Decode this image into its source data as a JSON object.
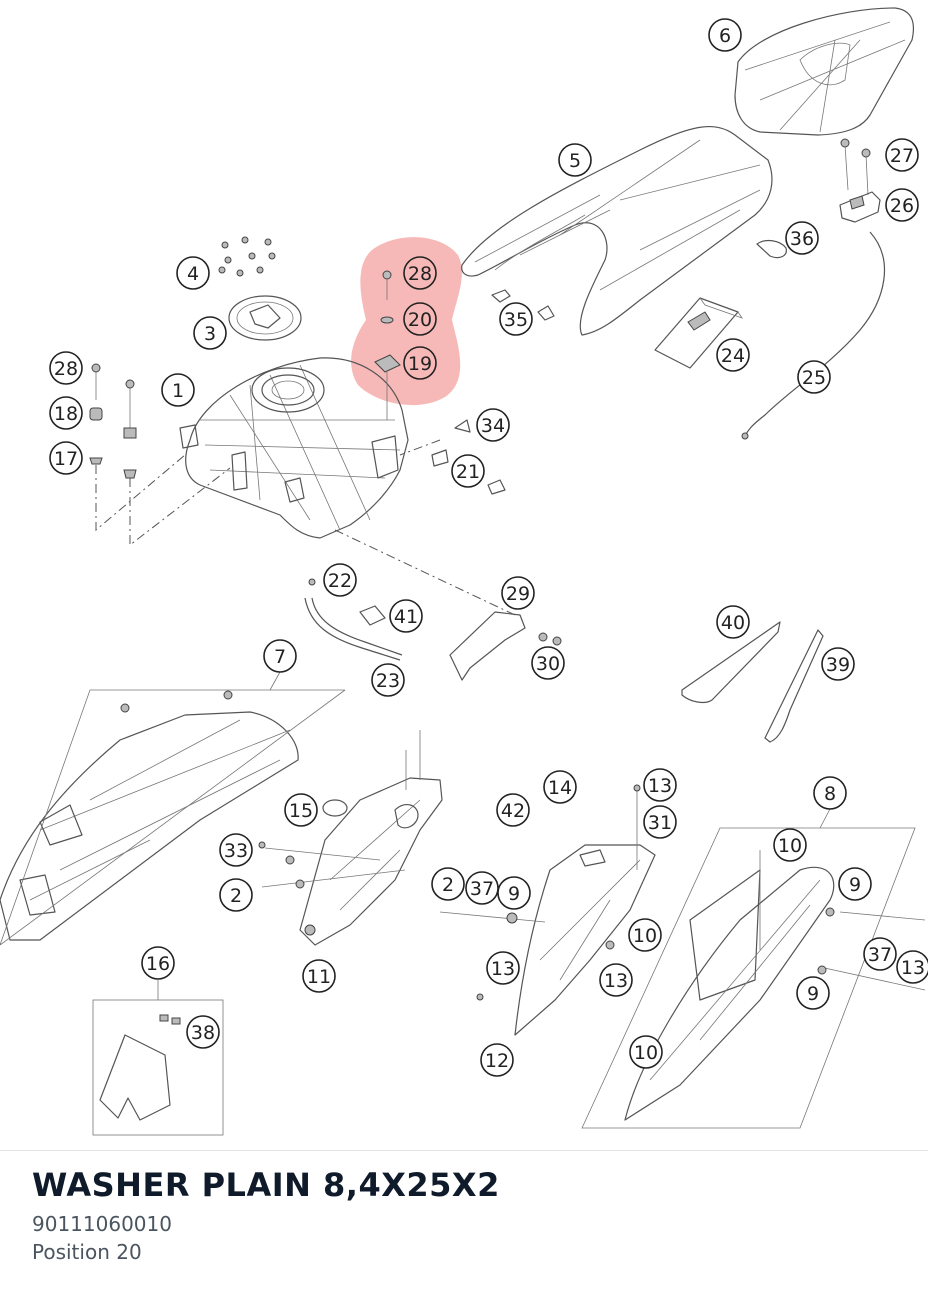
{
  "part": {
    "title": "WASHER PLAIN 8,4X25X2",
    "number": "90111060010",
    "position": "Position 20"
  },
  "diagram": {
    "highlight_color": "#f4a0a0",
    "callouts": [
      "1",
      "2",
      "3",
      "4",
      "5",
      "6",
      "7",
      "8",
      "9",
      "10",
      "11",
      "12",
      "13",
      "14",
      "15",
      "16",
      "17",
      "18",
      "19",
      "20",
      "21",
      "22",
      "23",
      "24",
      "25",
      "26",
      "27",
      "28",
      "29",
      "30",
      "31",
      "33",
      "34",
      "35",
      "36",
      "37",
      "38",
      "39",
      "40",
      "41",
      "42"
    ],
    "highlighted": [
      "28",
      "20",
      "19"
    ],
    "selected": "20"
  }
}
